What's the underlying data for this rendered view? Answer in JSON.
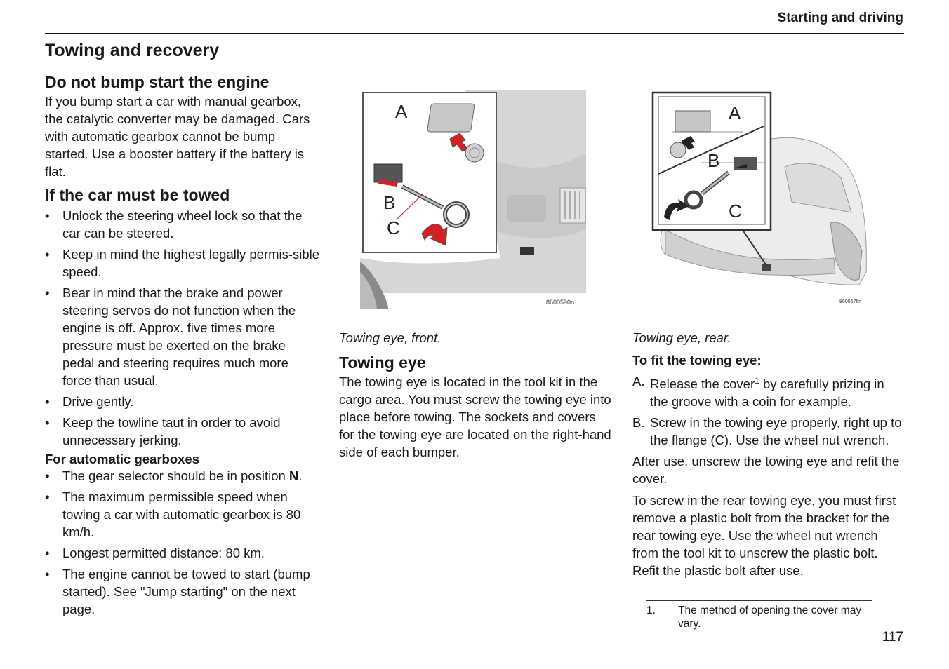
{
  "header": {
    "section": "Starting and driving"
  },
  "page_title": "Towing and recovery",
  "left": {
    "bump": {
      "heading": "Do not bump start the engine",
      "text": "If you bump start a car with manual gearbox, the catalytic converter may be damaged. Cars with automatic gearbox cannot be bump started. Use a booster battery if the battery is flat."
    },
    "towed": {
      "heading": "If the car must be towed",
      "items": [
        "Unlock the steering wheel lock so that the car can be steered.",
        "Keep in mind the highest legally permis-sible speed.",
        "Bear in mind that the brake and power steering servos do not function when the engine is off. Approx. five times more pressure must be exerted on the brake pedal and steering requires much more force than usual.",
        "Drive gently.",
        "Keep the towline taut in order to avoid unnecessary jerking."
      ]
    },
    "automatic": {
      "heading": "For automatic gearboxes",
      "item1_prefix": "The gear selector should be in position ",
      "item1_bold": "N",
      "item1_suffix": ".",
      "items": [
        "The maximum permissible speed when towing a car with automatic gearbox is 80 km/h.",
        "Longest permitted distance: 80 km.",
        "The engine cannot be towed to start (bump started). See \"Jump starting\" on the next page."
      ]
    },
    "bullet": "•"
  },
  "middle": {
    "figure": {
      "labels": {
        "a": "A",
        "b": "B",
        "c": "C"
      },
      "code": "8600590n",
      "caption": "Towing eye, front."
    },
    "heading": "Towing eye",
    "text": "The towing eye is located in the tool kit in the cargo area. You must screw the towing eye into place before towing. The sockets and covers for the towing eye are located on the right-hand side of each bumper."
  },
  "right": {
    "figure": {
      "labels": {
        "a": "A",
        "b": "B",
        "c": "C"
      },
      "code": "8600676n",
      "caption": "Towing eye, rear."
    },
    "subheading": "To fit the towing eye:",
    "steps": [
      {
        "letter": "A.",
        "text_before": "Release the cover",
        "sup": "1",
        "text_after": " by carefully prizing in the groove with a coin for example."
      },
      {
        "letter": "B.",
        "text": "Screw in the towing eye properly, right up to the flange (C). Use the wheel nut wrench."
      }
    ],
    "after_use": "After use, unscrew the towing eye and refit the cover.",
    "rear_text": "To screw in the rear towing eye, you must first remove a plastic bolt from the bracket for the rear towing eye. Use the wheel nut wrench from the tool kit to unscrew the plastic bolt. Refit the plastic bolt after use."
  },
  "footnote": {
    "number": "1.",
    "text": "The method of opening the cover may vary."
  },
  "page_number": "117",
  "colors": {
    "accent_red": "#d42020",
    "ink": "#1a1a1a",
    "car_gray": "#d9d9d9"
  }
}
